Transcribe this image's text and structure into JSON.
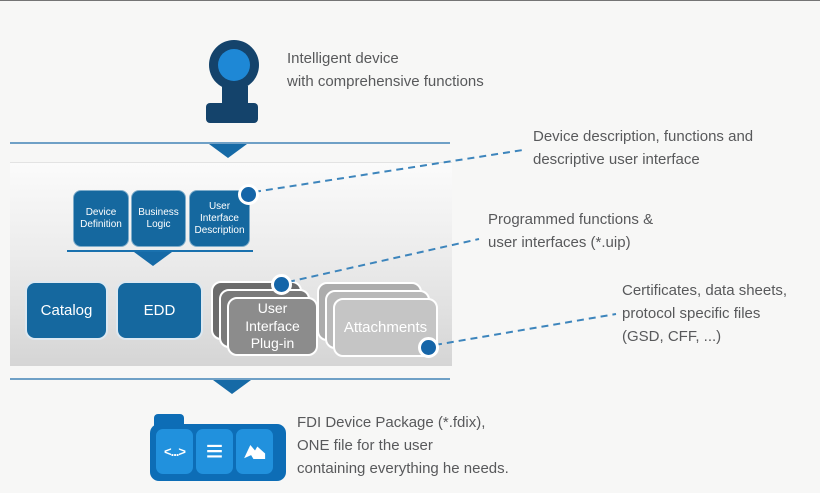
{
  "device": {
    "caption": [
      "Intelligent device",
      "with comprehensive functions"
    ]
  },
  "source_boxes": [
    {
      "label": "Device Definition"
    },
    {
      "label": "Business Logic"
    },
    {
      "label": "User Interface Description"
    }
  ],
  "package_boxes": {
    "catalog": "Catalog",
    "edd": "EDD",
    "uip": "User Interface Plug-in",
    "attachments": "Attachments"
  },
  "annotations": {
    "a1": [
      "Device description, functions and",
      "descriptive user interface"
    ],
    "a2": [
      "Programmed functions &",
      "user interfaces (*.uip)"
    ],
    "a3": [
      "Certificates, data sheets,",
      "protocol specific files",
      "(GSD, CFF, ...)"
    ]
  },
  "footer": {
    "caption": [
      "FDI Device Package (*.fdix),",
      "ONE file for the user",
      "containing everything he needs."
    ],
    "code_glyph": "<...>",
    "list_glyph": "≡"
  },
  "colors": {
    "box_blue": "#15689f",
    "dark_navy": "#14436b",
    "bright_blue": "#1e88d6",
    "folder_blue": "#0d6db6",
    "tile_blue": "#2191dd",
    "stack_dark_gray": "#8c8c8c",
    "stack_light_gray": "#c5c5c5",
    "text_gray": "#58595b",
    "dashed_line_blue": "#3d85bc",
    "dot_blue": "#1565a8"
  }
}
